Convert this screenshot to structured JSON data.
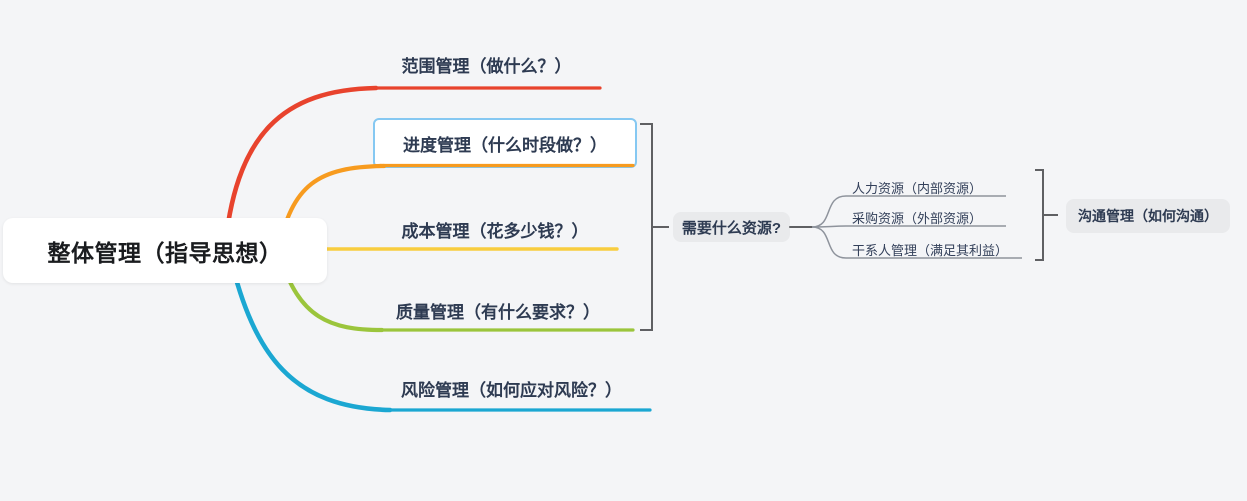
{
  "root": {
    "label": "整体管理（指导思想）"
  },
  "branches": [
    {
      "label": "范围管理（做什么？）"
    },
    {
      "label": "进度管理（什么时段做？）"
    },
    {
      "label": "成本管理（花多少钱？）"
    },
    {
      "label": "质量管理（有什么要求？）"
    },
    {
      "label": "风险管理（如何应对风险？）"
    }
  ],
  "resource_hub": {
    "label": "需要什么资源?"
  },
  "resources": [
    {
      "label": "人力资源（内部资源）"
    },
    {
      "label": "采购资源（外部资源）"
    },
    {
      "label": "干系人管理（满足其利益）"
    }
  ],
  "communication": {
    "label": "沟通管理（如何沟通）"
  },
  "colors": {
    "background": "#f4f5f7",
    "scope_red": "#e8432d",
    "schedule_orange": "#f79b1f",
    "cost_yellow": "#f8cd3f",
    "quality_green": "#9bc53c",
    "risk_cyan": "#1ba7d2",
    "selection_blue": "#85c8f2",
    "bracket_gray": "#5f6063",
    "line_gray": "#8e939c",
    "node_gray": "#e9eaec",
    "card_white": "#ffffff",
    "text_navy": "#2e3b52"
  }
}
